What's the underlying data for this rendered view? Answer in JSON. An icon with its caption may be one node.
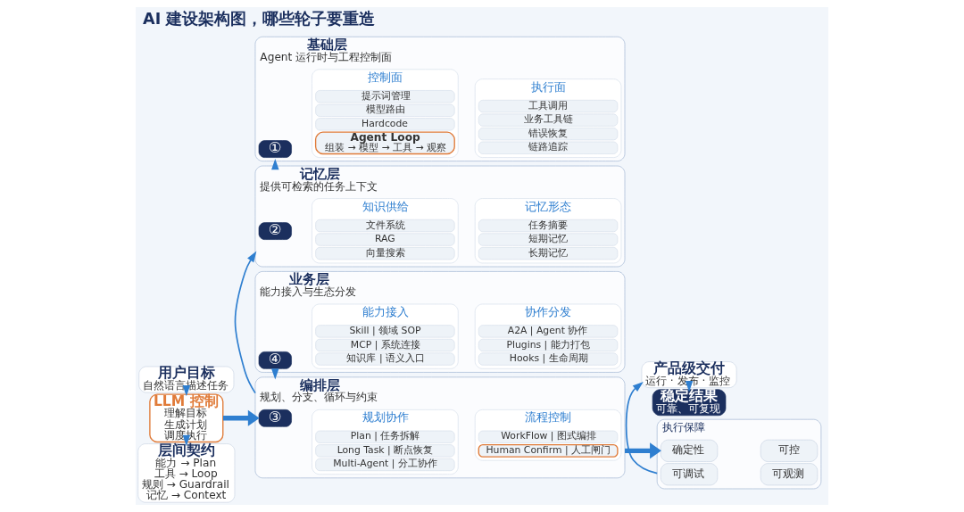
{
  "diagram": {
    "title": "AI 建设架构图，哪些轮子要重造",
    "nodes": [
      {
        "text": [
          "用户目标",
          "自然语言描述任务"
        ]
      },
      {
        "text": [
          "LLM 控制",
          "理解目标",
          "生成计划",
          "调度执行"
        ]
      },
      {
        "text": [
          "层间契约",
          "能力 → Plan",
          "工具 → Loop",
          "规则 → Guardrail",
          "记忆 → Context"
        ]
      },
      {
        "text": [
          "业务层",
          "能力接入与生态分发"
        ]
      },
      {
        "text": [
          "④"
        ],
        "in": 3
      },
      {
        "text": [
          "能力接入"
        ],
        "in": 3
      },
      {
        "text": [
          "Skill | 领域 SOP"
        ],
        "in": 5
      },
      {
        "text": [
          "MCP | 系统连接"
        ],
        "in": 5
      },
      {
        "text": [
          "知识库 | 语义入口"
        ],
        "in": 5
      },
      {
        "text": [
          "协作分发"
        ],
        "in": 3
      },
      {
        "text": [
          "A2A | Agent 协作"
        ],
        "in": 9
      },
      {
        "text": [
          "Plugins | 能力打包"
        ],
        "in": 9
      },
      {
        "text": [
          "Hooks | 生命周期"
        ],
        "in": 9
      },
      {
        "text": [
          "编排层",
          "规划、分支、循环与约束"
        ]
      },
      {
        "text": [
          "③"
        ],
        "in": 13
      },
      {
        "text": [
          "规划协作"
        ],
        "in": 13
      },
      {
        "text": [
          "Plan | 任务拆解"
        ],
        "in": 15
      },
      {
        "text": [
          "Long Task | 断点恢复"
        ],
        "in": 15
      },
      {
        "text": [
          "Multi-Agent | 分工协作"
        ],
        "in": 15
      },
      {
        "text": [
          "流程控制"
        ],
        "in": 13
      },
      {
        "text": [
          "WorkFlow | 图式编排"
        ],
        "in": 19
      },
      {
        "text": [
          "Human Confirm | 人工闸门"
        ],
        "in": 19
      },
      {
        "text": [
          "记忆层",
          "提供可检索的任务上下文"
        ]
      },
      {
        "text": [
          "②"
        ],
        "in": 22
      },
      {
        "text": [
          "知识供给"
        ],
        "in": 22
      },
      {
        "text": [
          "文件系统"
        ],
        "in": 24
      },
      {
        "text": [
          "RAG"
        ],
        "in": 24
      },
      {
        "text": [
          "向量搜索"
        ],
        "in": 24
      },
      {
        "text": [
          "记忆形态"
        ],
        "in": 22
      },
      {
        "text": [
          "任务摘要"
        ],
        "in": 28
      },
      {
        "text": [
          "短期记忆"
        ],
        "in": 28
      },
      {
        "text": [
          "长期记忆"
        ],
        "in": 28
      },
      {
        "text": [
          "基础层",
          "Agent 运行时与工程控制面"
        ]
      },
      {
        "text": [
          "①"
        ],
        "in": 32
      },
      {
        "text": [
          "控制面"
        ],
        "in": 32
      },
      {
        "text": [
          "提示词管理"
        ],
        "in": 34
      },
      {
        "text": [
          "模型路由"
        ],
        "in": 34
      },
      {
        "text": [
          "Hardcode"
        ],
        "in": 34
      },
      {
        "text": [
          "Agent Loop",
          "组装 → 模型 → 工具 → 观察"
        ],
        "in": 34
      },
      {
        "text": [
          "执行面"
        ],
        "in": 32
      },
      {
        "text": [
          "工具调用"
        ],
        "in": 39
      },
      {
        "text": [
          "业务工具链"
        ],
        "in": 39
      },
      {
        "text": [
          "错误恢复"
        ],
        "in": 39
      },
      {
        "text": [
          "链路追踪"
        ],
        "in": 39
      },
      {
        "text": [
          "执行保障"
        ]
      },
      {
        "text": [
          "确定性"
        ],
        "in": 44
      },
      {
        "text": [
          "可控"
        ],
        "in": 44
      },
      {
        "text": [
          "可调试"
        ],
        "in": 44
      },
      {
        "text": [
          "可观测"
        ],
        "in": 44
      },
      {
        "text": [
          "产品级交付",
          "运行 · 发布 · 监控"
        ]
      },
      {
        "text": [
          "稳定结果",
          "可靠、可复现"
        ]
      }
    ],
    "edges": [
      {
        "from": 0,
        "to": 1,
        "arrow": "to"
      },
      {
        "from": 1,
        "to": 2,
        "arrow": "to"
      },
      {
        "from": 1,
        "to": 13,
        "arrow": "to",
        "style": "thick"
      },
      {
        "from": 3,
        "to": 13,
        "arrow": "to"
      },
      {
        "from": 13,
        "to": 22,
        "arrow": "to"
      },
      {
        "from": 22,
        "to": 32,
        "arrow": "to"
      },
      {
        "from": 13,
        "to": 44,
        "arrow": "to",
        "style": "thick"
      },
      {
        "from": 44,
        "to": 49,
        "arrow": "to"
      },
      {
        "from": 49,
        "to": 50,
        "arrow": "to"
      }
    ]
  }
}
